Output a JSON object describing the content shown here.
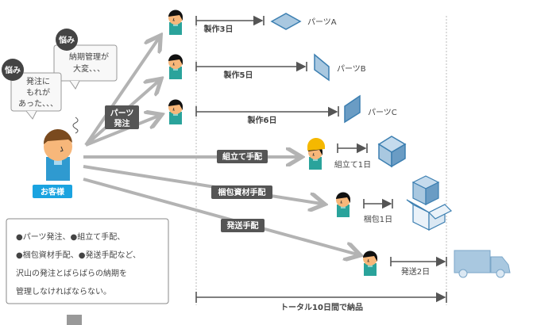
{
  "customer": {
    "label": "お客様",
    "color": "#1aa3e0"
  },
  "worries": [
    {
      "badge": "悩み",
      "lines": [
        "納期管理が",
        "大変、、、"
      ]
    },
    {
      "badge": "悩み",
      "lines": [
        "発注に",
        "もれが",
        "あった、、、"
      ]
    }
  ],
  "orders": {
    "parts_label": [
      "パーツ",
      "発注"
    ],
    "assembly_label": "組立て手配",
    "packing_label": "梱包資材手配",
    "shipping_label": "発送手配"
  },
  "parts": [
    {
      "duration": "製作3日",
      "name": "パーツA"
    },
    {
      "duration": "製作5日",
      "name": "パーツB"
    },
    {
      "duration": "製作6日",
      "name": "パーツC"
    }
  ],
  "assembly": {
    "duration": "組立て1日"
  },
  "packing": {
    "duration": "梱包1日"
  },
  "shipping": {
    "duration": "発送2日"
  },
  "total": "トータル10日間で納品",
  "note": [
    "●パーツ発注、●組立て手配、",
    "●梱包資材手配、●発送手配など、",
    "沢山の発注とばらばらの納期を",
    "管理しなければならない。"
  ],
  "colors": {
    "arrow": "#b3b3b3",
    "label_bg": "#555555",
    "part_fill": "#a9c8e0",
    "part_stroke": "#3c7fb1",
    "worker_body": "#2aa39b"
  }
}
